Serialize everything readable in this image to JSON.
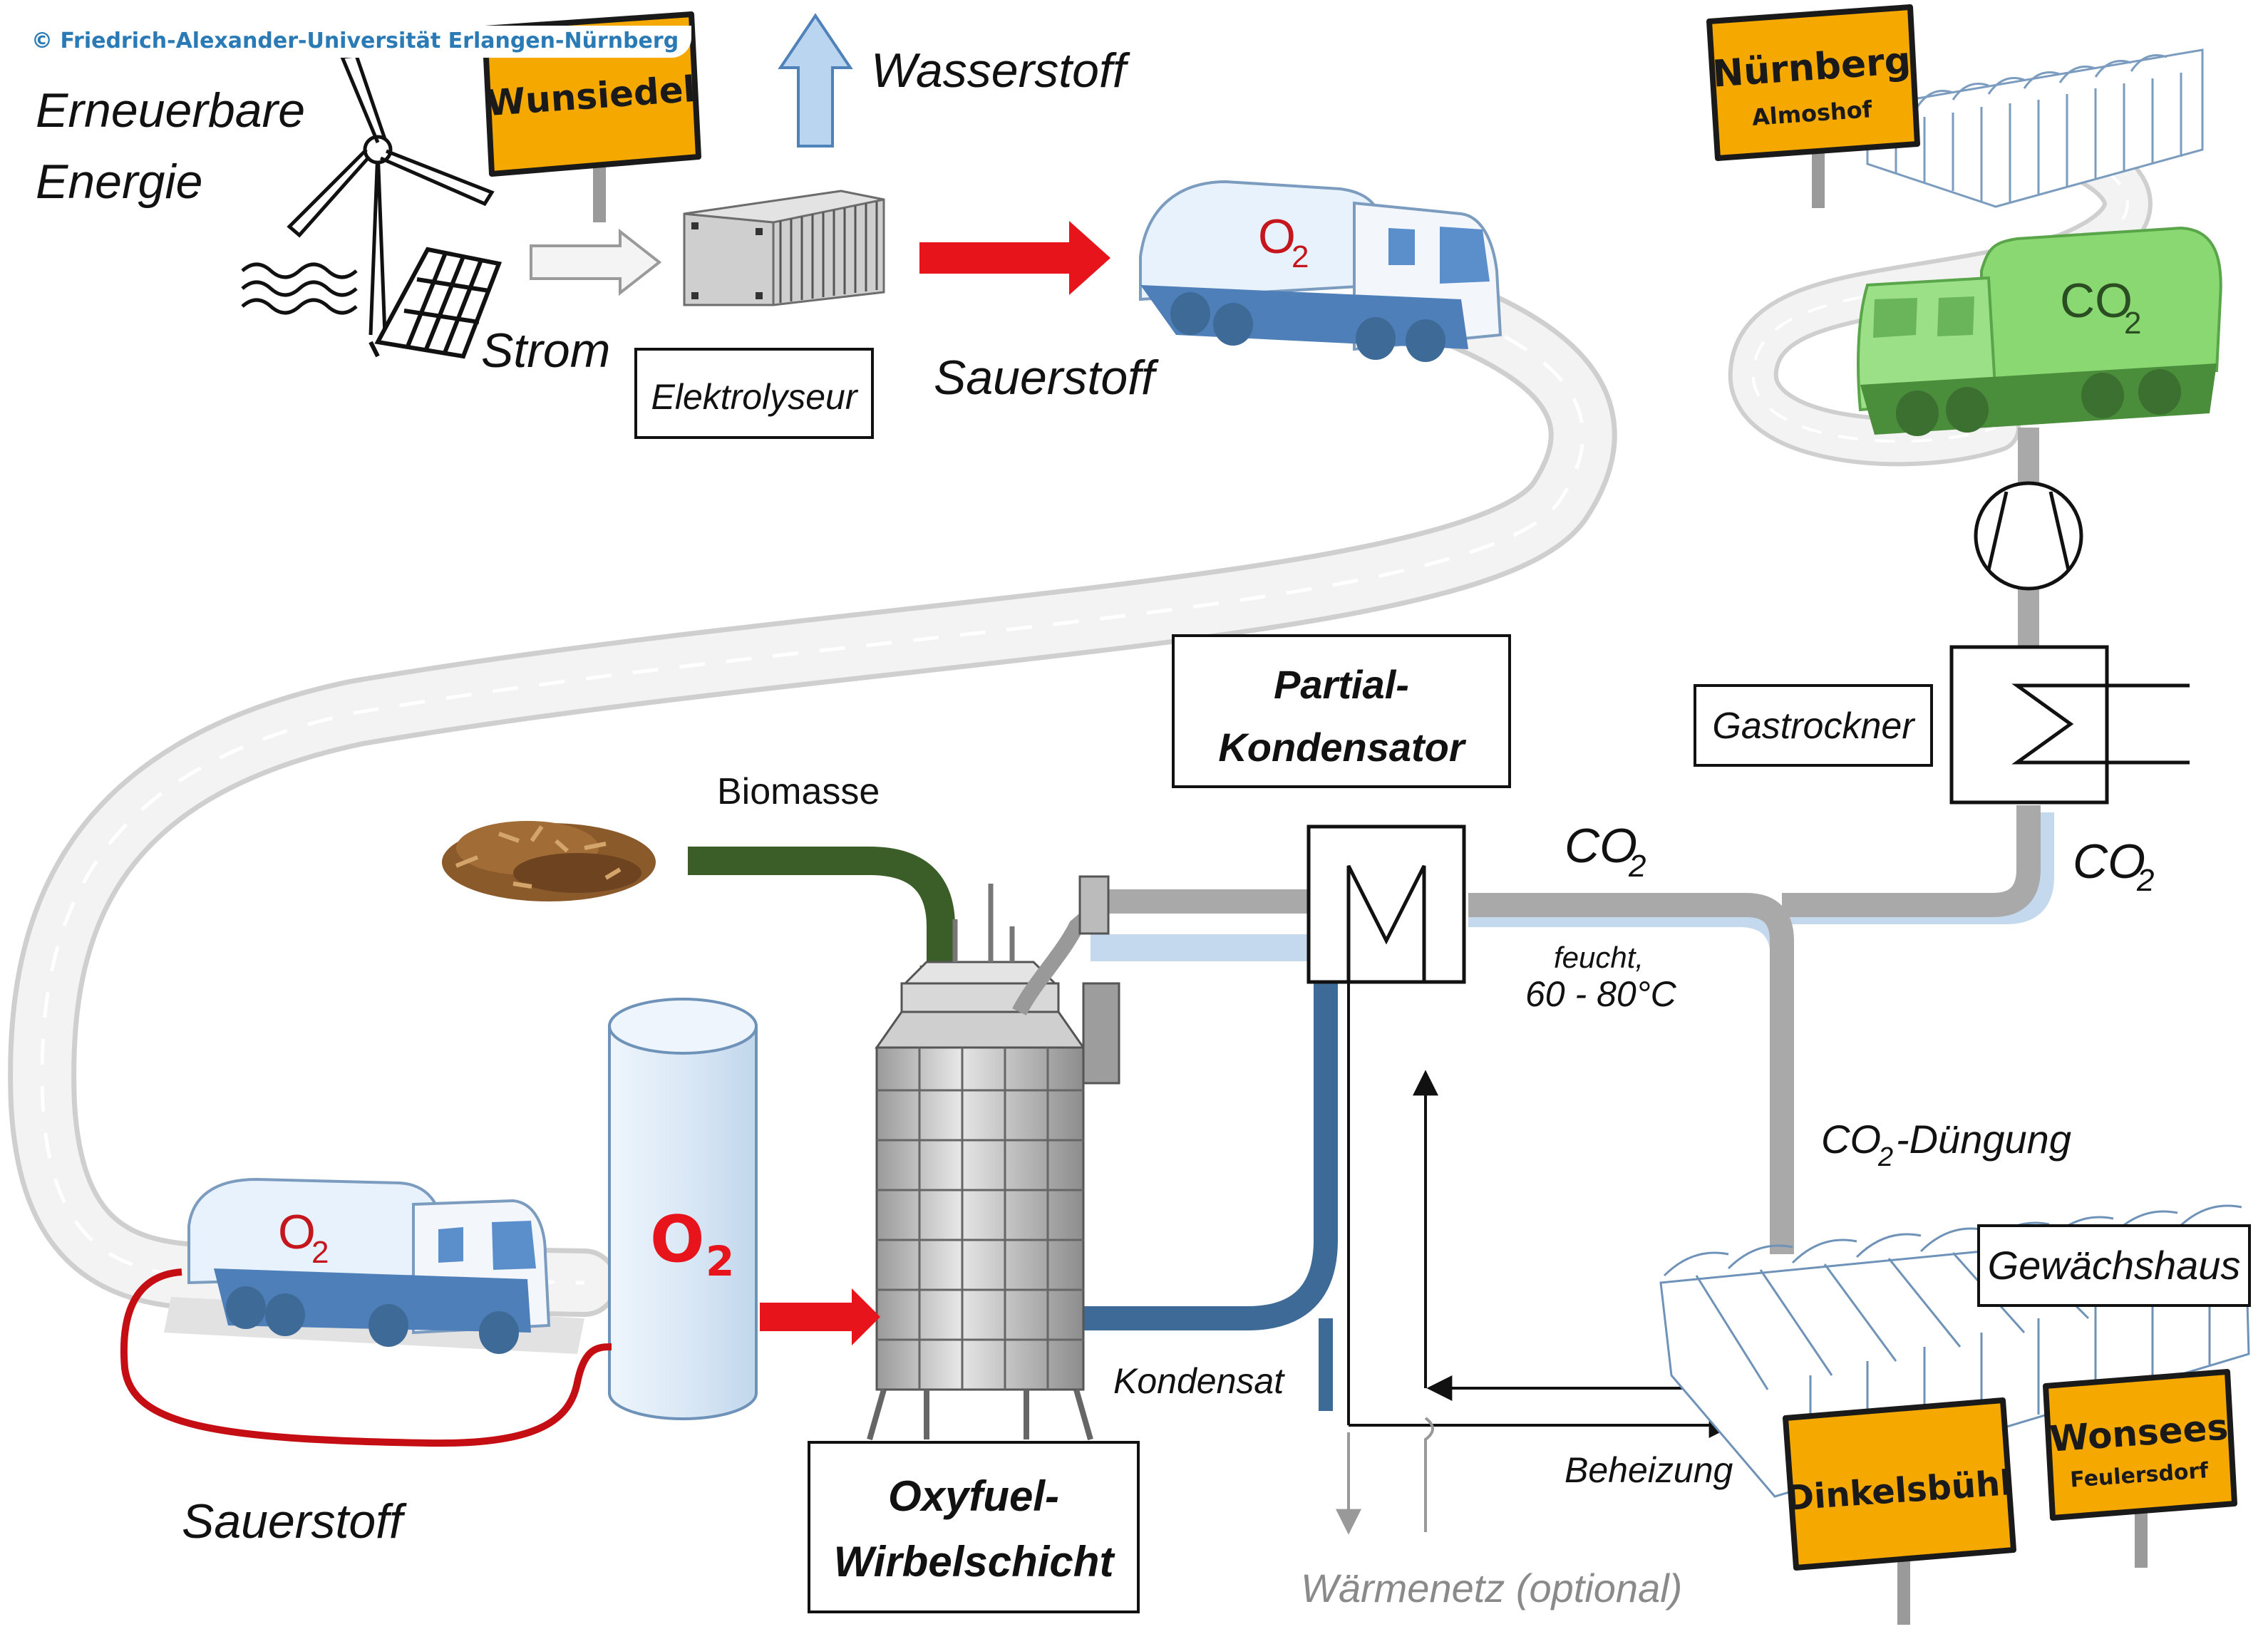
{
  "copyright": "© Friedrich-Alexander-Universität Erlangen-Nürnberg",
  "labels": {
    "renewable_line1": "Erneuerbare",
    "renewable_line2": "Energie",
    "hydrogen": "Wasserstoff",
    "power": "Strom",
    "electrolyser": "Elektrolyseur",
    "oxygen_top": "Sauerstoff",
    "oxygen_bottom": "Sauerstoff",
    "biomass": "Biomasse",
    "condenser_line1": "Partial-",
    "condenser_line2": "Kondensator",
    "co2_mid": "CO",
    "co2_mid_sub": "2",
    "co2_right": "CO",
    "co2_right_sub": "2",
    "humid_line1": "feucht,",
    "humid_line2": "60 - 80°C",
    "gas_dryer": "Gastrockner",
    "co2_fertilization_pre": "CO",
    "co2_fertilization_sub": "2",
    "co2_fertilization_post": "-Düngung",
    "greenhouse": "Gewächshaus",
    "condensate": "Kondensat",
    "heating": "Beheizung",
    "heat_network": "Wärmenetz (optional)",
    "oxyfuel_line1": "Oxyfuel-",
    "oxyfuel_line2": "Wirbelschicht",
    "tank_o2": "O",
    "tank_o2_sub": "2",
    "truck_top_o2": "O",
    "truck_top_o2_sub": "2",
    "truck_bottom_o2": "O",
    "truck_bottom_o2_sub": "2",
    "truck_co2": "CO",
    "truck_co2_sub": "2"
  },
  "signs": {
    "wunsiedel": {
      "name": "Wunsiedel",
      "sub": ""
    },
    "nuernberg": {
      "name": "Nürnberg",
      "sub": "Almoshof"
    },
    "dinkelsbuehl": {
      "name": "Dinkelsbühl",
      "sub": ""
    },
    "wonsees": {
      "name": "Wonsees",
      "sub": "Feulersdorf"
    }
  },
  "icons": [
    "wind-turbine-icon",
    "solar-panel-icon",
    "wave-icon",
    "compressor-icon",
    "heat-exchanger-icon",
    "wood-chips-icon",
    "oxyfuel-reactor-icon"
  ],
  "colors": {
    "oxygen_arrow": "#e8141b",
    "oxygen_loop": "#c40e14",
    "biomass_pipe": "#3b5e28",
    "condensate_pipe": "#3e6a97",
    "co2_pipe": "#a9a9a9",
    "humid_pipe": "#c4d9ee",
    "sign_fill": "#f5a800",
    "truck_blue": "#5b8fcc",
    "truck_green": "#7fd468",
    "road": "#ededed"
  }
}
